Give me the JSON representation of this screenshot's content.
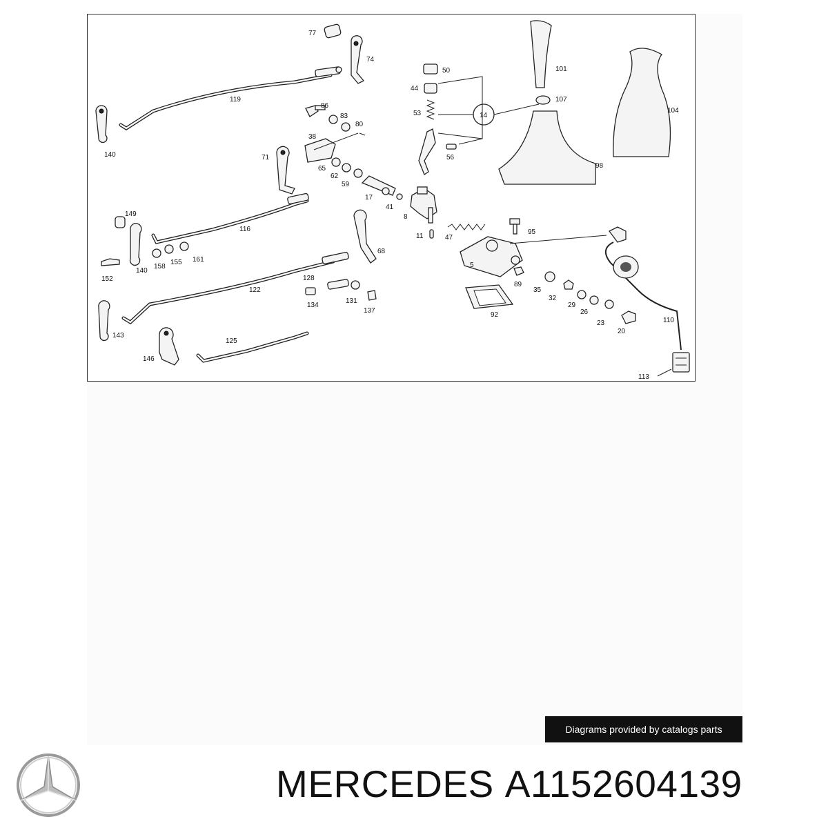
{
  "diagram": {
    "part_labels": [
      "77",
      "74",
      "119",
      "140",
      "86",
      "83",
      "80",
      "38",
      "71",
      "65",
      "62",
      "59",
      "17",
      "41",
      "8",
      "50",
      "44",
      "53",
      "14",
      "56",
      "101",
      "107",
      "104",
      "98",
      "149",
      "116",
      "140",
      "158",
      "155",
      "161",
      "152",
      "95",
      "11",
      "47",
      "5",
      "68",
      "122",
      "128",
      "134",
      "131",
      "137",
      "89",
      "35",
      "32",
      "29",
      "26",
      "23",
      "20",
      "92",
      "110",
      "113",
      "143",
      "146",
      "125"
    ]
  },
  "credit": "Diagrams provided by catalogs parts",
  "product": {
    "brand": "MERCEDES",
    "part_number": "A1152604139"
  },
  "icons": {
    "logo": "mercedes-star-icon"
  }
}
